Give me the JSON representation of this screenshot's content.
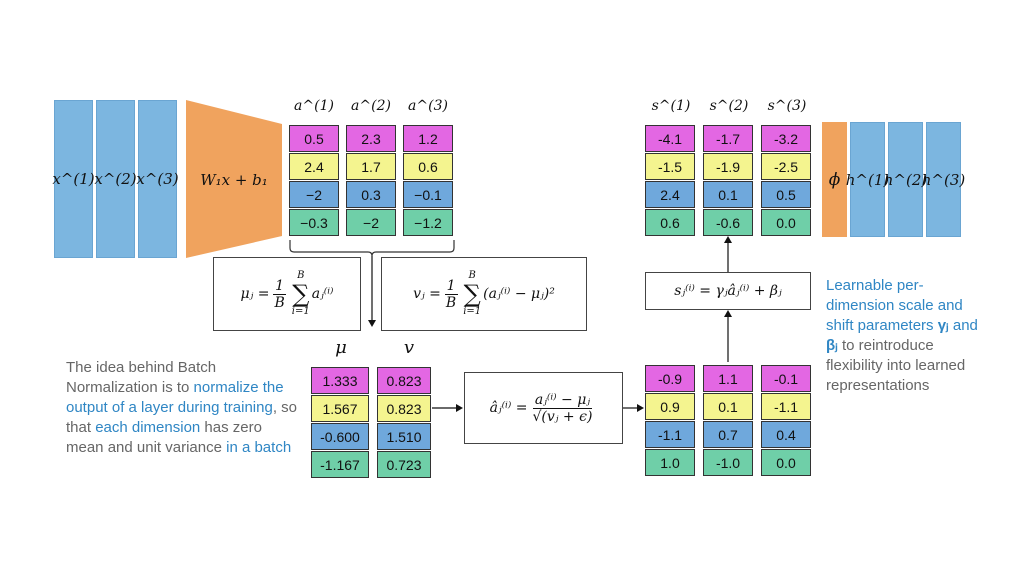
{
  "inputs": [
    "x^(1)",
    "x^(2)",
    "x^(3)"
  ],
  "linear_layer": "W₁x + b₁",
  "a_labels": [
    "a^(1)",
    "a^(2)",
    "a^(3)"
  ],
  "a_values": [
    [
      "0.5",
      "2.3",
      "1.2"
    ],
    [
      "2.4",
      "1.7",
      "0.6"
    ],
    [
      "−2",
      "0.3",
      "−0.1"
    ],
    [
      "−0.3",
      "−2",
      "−1.2"
    ]
  ],
  "mean_formula": {
    "lhs": "μⱼ =",
    "num": "1",
    "den": "B",
    "sum_top": "B",
    "sum_bottom": "i=1",
    "term": "aⱼ⁽ⁱ⁾"
  },
  "var_formula": {
    "lhs": "vⱼ =",
    "num": "1",
    "den": "B",
    "sum_top": "B",
    "sum_bottom": "i=1",
    "term": "(aⱼ⁽ⁱ⁾ − μⱼ)²"
  },
  "mu_label": "μ",
  "v_label": "v",
  "mu_values": [
    "1.333",
    "1.567",
    "-0.600",
    "-1.167"
  ],
  "v_values": [
    "0.823",
    "0.823",
    "1.510",
    "0.723"
  ],
  "norm_formula": {
    "lhs": "âⱼ⁽ⁱ⁾ =",
    "num": "aⱼ⁽ⁱ⁾ − μⱼ",
    "den": "√(vⱼ + ϵ)"
  },
  "ahat_values": [
    [
      "-0.9",
      "1.1",
      "-0.1"
    ],
    [
      "0.9",
      "0.1",
      "-1.1"
    ],
    [
      "-1.1",
      "0.7",
      "0.4"
    ],
    [
      "1.0",
      "-1.0",
      "0.0"
    ]
  ],
  "scale_formula": "sⱼ⁽ⁱ⁾ = γⱼâⱼ⁽ⁱ⁾ + βⱼ",
  "s_labels": [
    "s^(1)",
    "s^(2)",
    "s^(3)"
  ],
  "s_values": [
    [
      "-4.1",
      "-1.7",
      "-3.2"
    ],
    [
      "-1.5",
      "-1.9",
      "-2.5"
    ],
    [
      "2.4",
      "0.1",
      "0.5"
    ],
    [
      "0.6",
      "-0.6",
      "0.0"
    ]
  ],
  "activation": "ϕ",
  "outputs": [
    "h^(1)",
    "h^(2)",
    "h^(3)"
  ],
  "left_text": {
    "t1": "The idea behind Batch Normalization is to ",
    "t2": "normalize the output of a layer during training",
    "t3": ", so that ",
    "t4": "each dimension",
    "t5": " has zero mean and unit variance ",
    "t6": "in a batch"
  },
  "right_text": {
    "t1": "Learnable per-dimension scale and shift parameters ",
    "t2": "γⱼ",
    "t3": " and ",
    "t4": "βⱼ",
    "t5": " to reintroduce flexibility into learned representations"
  },
  "colors": {
    "magenta": "#e367e3",
    "yellow": "#f4f48f",
    "blue": "#6fa8dc",
    "green": "#6fcfa8",
    "orange": "#f0a35e",
    "bar_blue": "#7cb6e0",
    "highlight": "#2f86c4"
  }
}
